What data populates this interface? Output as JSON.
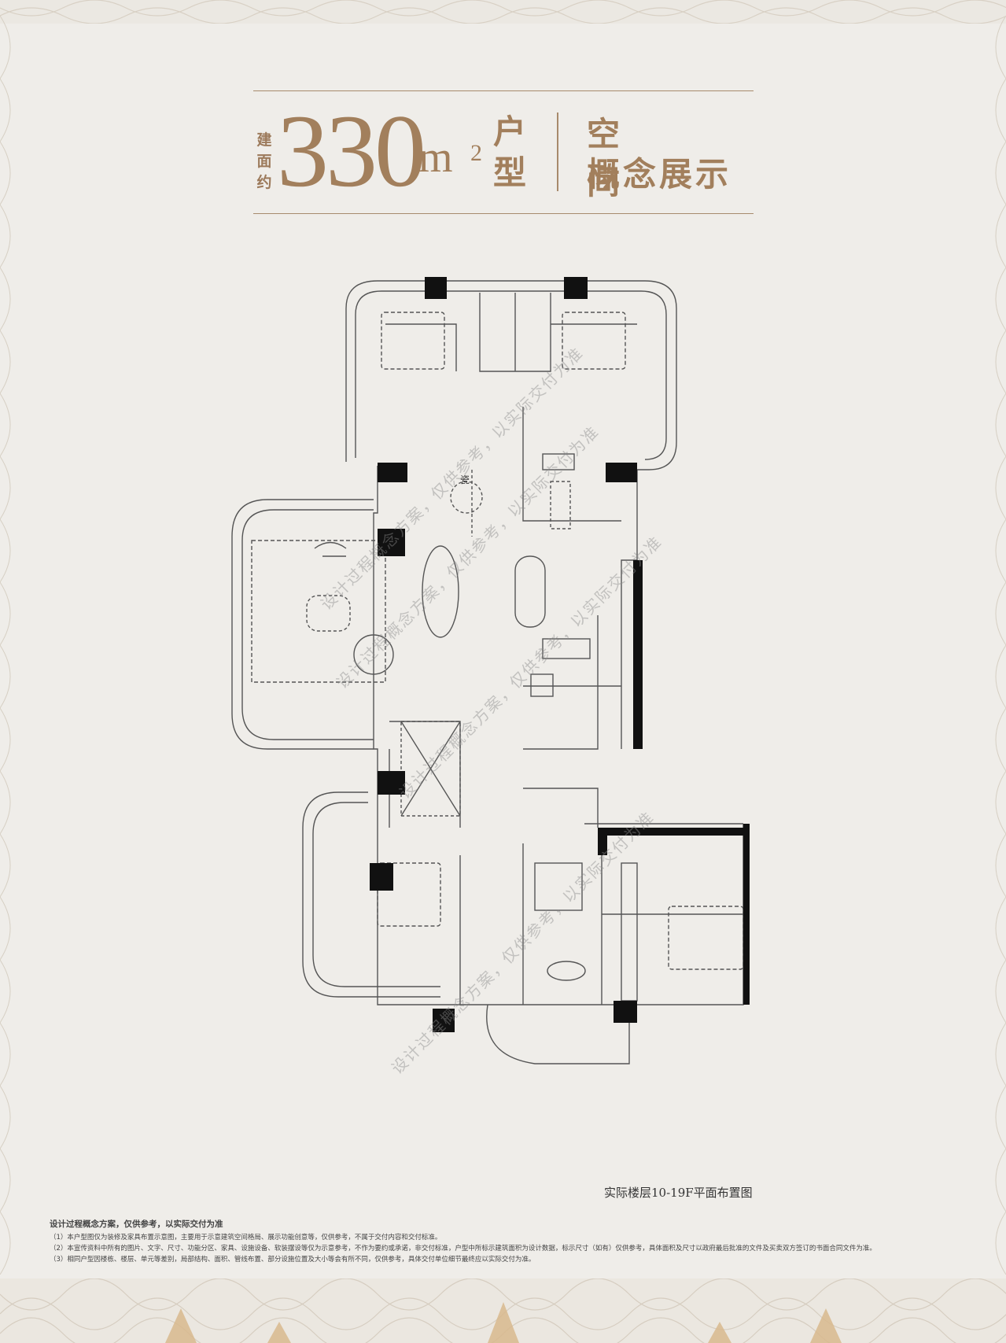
{
  "header": {
    "area_label_chars": [
      "建",
      "面",
      "约"
    ],
    "area_value": "330",
    "area_unit": "m",
    "area_sup": "2",
    "type_chars": [
      "户",
      "型"
    ],
    "concept_line1": "空间",
    "concept_line2": "概念展示"
  },
  "plan": {
    "caption": "实际楼层10-19F平面布置图",
    "room_text": "瓷",
    "watermarks": [
      "设计过程概念方案，仅供参考，以实际交付为准",
      "设计过程概念方案，仅供参考，以实际交付为准",
      "设计过程概念方案，仅供参考，以实际交付为准",
      "设计过程概念方案，仅供参考，以实际交付为准"
    ]
  },
  "notes": {
    "title": "设计过程概念方案，仅供参考，以实际交付为准",
    "items": [
      "（1）本户型图仅为装修及家具布置示意图，主要用于示意建筑空间格局、展示功能创意等，仅供参考，不属于交付内容和交付标准。",
      "（2）本宣传资料中所有的图片、文字、尺寸、功能分区、家具、设施设备、软装摆设等仅为示意参考，不作为要约或承诺，非交付标准，户型中所标示建筑面积为设计数据，标示尺寸（如有）仅供参考，具体面积及尺寸以政府最后批准的文件及买卖双方签订的书面合同文件为准。",
      "（3）相同户型因楼栋、楼层、单元等差别，局部结构、面积、管线布置、部分设施位置及大小等会有所不同，仅供参考，具体交付单位细节最终应以实际交付为准。"
    ]
  },
  "colors": {
    "background": "#efede9",
    "gold": "#a27f5c",
    "wall": "#111111"
  }
}
